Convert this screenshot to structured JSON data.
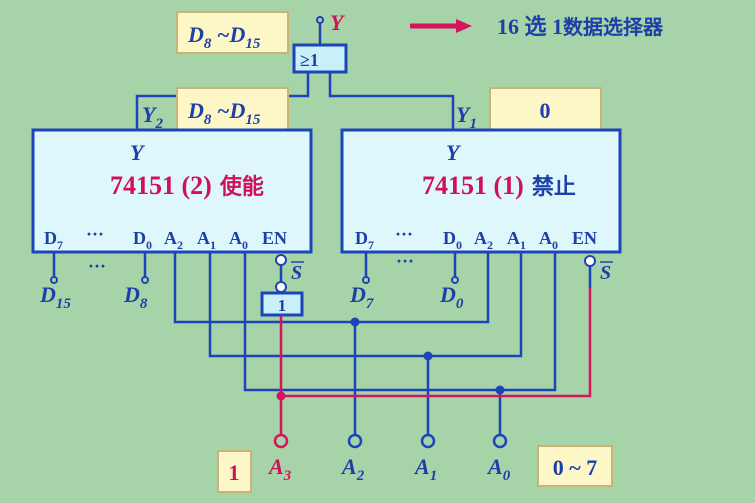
{
  "title": {
    "prefix": "16 选 1",
    "suffix": "数据选择器"
  },
  "output": {
    "label": "Y"
  },
  "or_gate": {
    "label": "≥1"
  },
  "notes": {
    "top": {
      "main1": "D",
      "sub1": "8",
      "tilde": " ~",
      "main2": "D",
      "sub2": "15"
    },
    "chip2_out": {
      "main1": "D",
      "sub1": "8",
      "tilde": " ~",
      "main2": "D",
      "sub2": "15"
    },
    "chip1_out": "0",
    "a3_value": "1",
    "a_range": "0 ~ 7"
  },
  "chips": [
    {
      "out_label": "Y",
      "out_sub": "2",
      "y": "Y",
      "name": "74151 (2)",
      "state": "使能",
      "pins": {
        "d7": "D",
        "d7s": "7",
        "dots": "···",
        "d0": "D",
        "d0s": "0",
        "a2": "A",
        "a2s": "2",
        "a1": "A",
        "a1s": "1",
        "a0": "A",
        "a0s": "0",
        "en": "EN"
      },
      "inputs": {
        "left": "D",
        "left_sub": "15",
        "right": "D",
        "right_sub": "8",
        "dots": "···"
      },
      "s": "S"
    },
    {
      "out_label": "Y",
      "out_sub": "1",
      "y": "Y",
      "name": "74151 (1)",
      "state": "禁止",
      "pins": {
        "d7": "D",
        "d7s": "7",
        "dots": "···",
        "d0": "D",
        "d0s": "0",
        "a2": "A",
        "a2s": "2",
        "a1": "A",
        "a1s": "1",
        "a0": "A",
        "a0s": "0",
        "en": "EN"
      },
      "inputs": {
        "left": "D",
        "left_sub": "7",
        "right": "D",
        "right_sub": "0",
        "dots": "···"
      },
      "s": "S"
    }
  ],
  "inverter": {
    "label": "1"
  },
  "address": [
    {
      "main": "A",
      "sub": "3"
    },
    {
      "main": "A",
      "sub": "2"
    },
    {
      "main": "A",
      "sub": "1"
    },
    {
      "main": "A",
      "sub": "0"
    }
  ],
  "colors": {
    "background": "#a7d3a8",
    "wire": "#1d44b8",
    "highlight": "#d6145e"
  }
}
